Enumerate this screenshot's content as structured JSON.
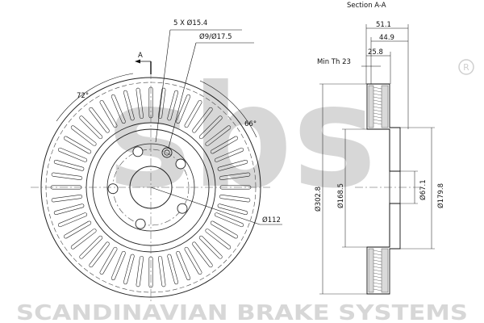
{
  "section_title": "Section A-A",
  "brand_mark": "sbs",
  "brand_tagline": "SCANDINAVIAN BRAKE SYSTEMS",
  "registered_mark": "R",
  "front_view": {
    "section_marker_label": "A",
    "bolt_holes_label": "5 X Ø15.4",
    "pilot_holes_label": "Ø9/Ø17.5",
    "angle_vent_label": "72°",
    "angle_hole_label": "66°",
    "pcd_label": "Ø112",
    "bolt_hole_count": 5,
    "vent_count": 48
  },
  "section_view": {
    "overall_height_label": "51.1",
    "hat_height_label": "44.9",
    "friction_thickness_label": "25.8",
    "min_thickness_label": "Min Th 23",
    "outer_diameter_label": "Ø302.8",
    "friction_inner_diameter_label": "Ø168.5",
    "hat_diameter_label": "Ø179.8",
    "center_bore_label": "Ø67.1"
  }
}
